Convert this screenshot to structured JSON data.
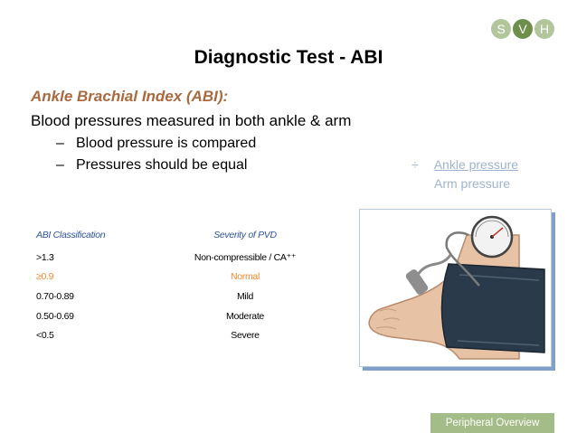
{
  "logo": {
    "letters": [
      "S",
      "V",
      "H"
    ],
    "colors": [
      "#b2c59b",
      "#6f8e49",
      "#b2c59b"
    ]
  },
  "title": "Diagnostic Test - ABI",
  "subtitle": "Ankle Brachial Index (ABI):",
  "line1": "Blood pressures measured in both ankle & arm",
  "bullets": [
    {
      "dash": "–",
      "text": "Blood pressure is compared"
    },
    {
      "dash": "–",
      "text": "Pressures should be equal"
    }
  ],
  "formula": {
    "symbol": "÷",
    "numerator": "Ankle pressure",
    "denominator": "Arm pressure"
  },
  "table": {
    "headers": {
      "classification": "ABI Classification",
      "severity": "Severity of PVD"
    },
    "rows": [
      {
        "classification": ">1.3",
        "severity": "Non-compressible / CA⁺⁺"
      },
      {
        "classification": "≥0.9",
        "severity": "Normal"
      },
      {
        "classification": "0.70-0.89",
        "severity": "Mild"
      },
      {
        "classification": "0.50-0.69",
        "severity": "Moderate"
      },
      {
        "classification": "<0.5",
        "severity": "Severe"
      }
    ]
  },
  "image": {
    "subject": "foot-with-blood-pressure-cuff-and-gauge"
  },
  "footer": "Peripheral Overview",
  "colors": {
    "subtitle": "#a96a3f",
    "formula": "#9fb4cf",
    "table_header": "#2f5597",
    "highlight": "#f0892e",
    "footer_bg": "#a4bc88"
  }
}
